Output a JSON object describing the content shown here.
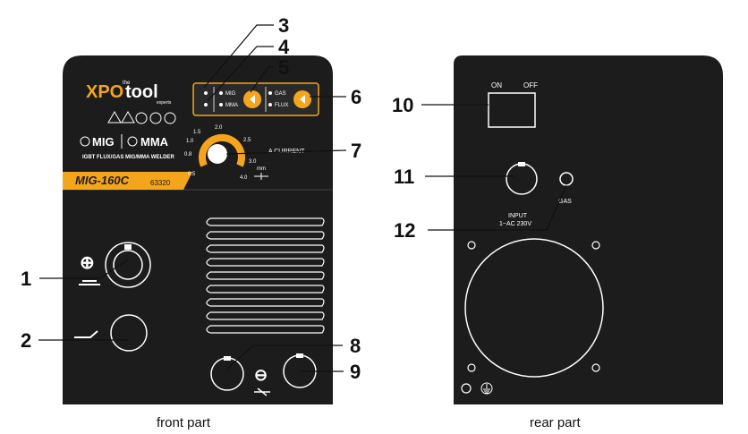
{
  "captions": {
    "front": "front part",
    "rear": "rear part"
  },
  "callouts": [
    "1",
    "2",
    "3",
    "4",
    "5",
    "6",
    "7",
    "8",
    "9",
    "10",
    "11",
    "12"
  ],
  "front_panel": {
    "brand_xpo": "XPO",
    "brand_tool": "tool",
    "brand_the": "the",
    "brand_experts": "experts",
    "mig": "MIG",
    "mma": "MMA",
    "subtitle": "IGBT FLUX/GAS MIG/MMA WELDER",
    "model": "MIG-160C",
    "code": "63320",
    "switch_mig": "MIG",
    "switch_mma": "MMA",
    "switch_gas": "GAS",
    "switch_flux": "FLUX",
    "current_label": "A CURRENT",
    "dial_ticks": [
      "0.5",
      "0.8",
      "1.0",
      "1.5",
      "2.0",
      "2.5",
      "3.0",
      "4.0"
    ],
    "mm_label": "mm"
  },
  "rear_panel": {
    "on": "ON",
    "off": "OFF",
    "input_line1": "INPUT",
    "input_line2": "1~AC 230V",
    "gas": "GAS"
  },
  "colors": {
    "panel": "#1c1c1c",
    "accent": "#f5a51c",
    "text": "#111111"
  }
}
